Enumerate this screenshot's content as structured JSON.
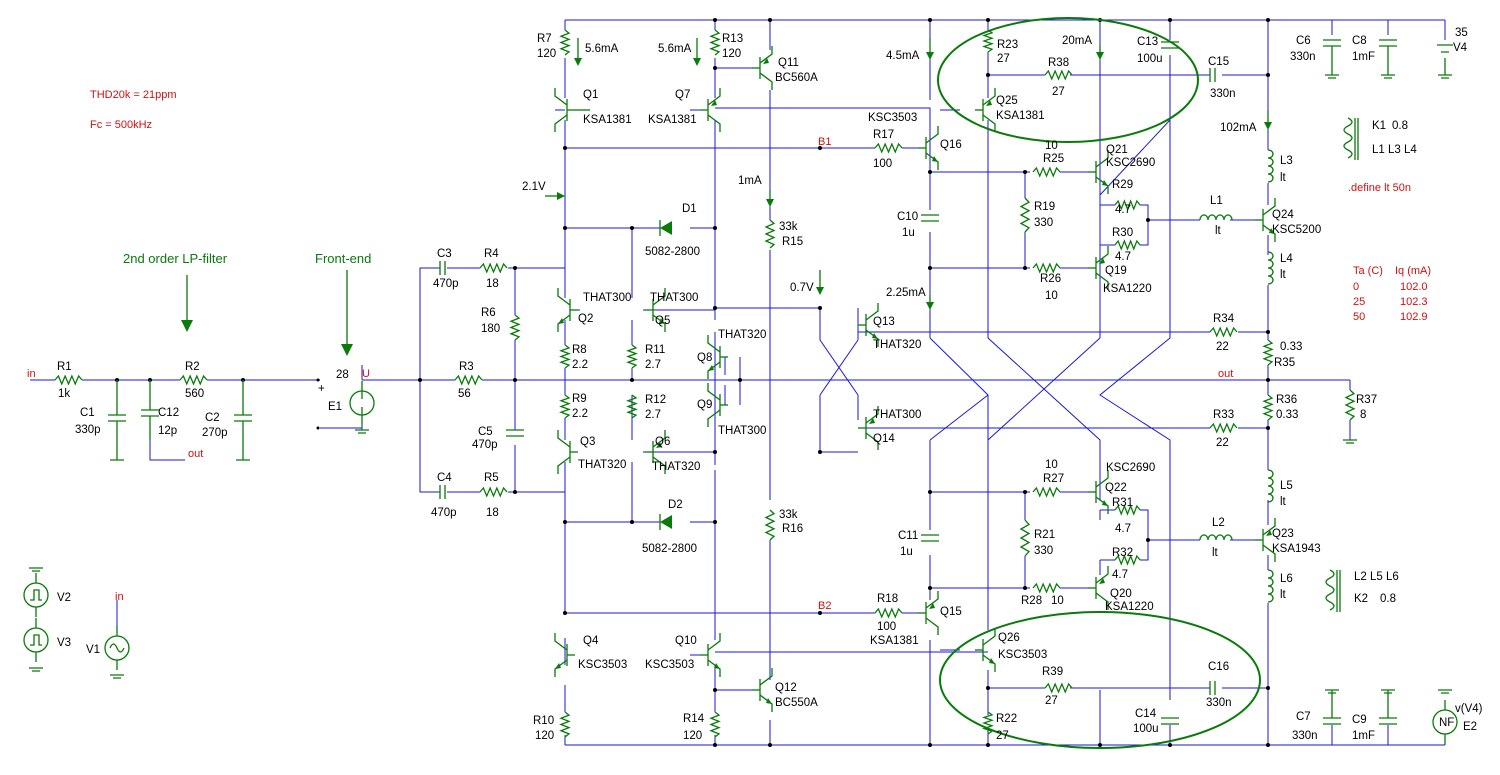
{
  "notes": {
    "thd": "THD20k = 21ppm",
    "fc": "Fc = 500kHz",
    "define": ".define lt 50n",
    "filter_label": "2nd order LP-filter",
    "frontend_label": "Front-end"
  },
  "temp_table": {
    "header_ta": "Ta (C)",
    "header_iq": "Iq (mA)",
    "rows": [
      {
        "ta": "0",
        "iq": "102.0"
      },
      {
        "ta": "25",
        "iq": "102.3"
      },
      {
        "ta": "50",
        "iq": "102.9"
      }
    ]
  },
  "currents": {
    "r7": "5.6mA",
    "r13": "5.6mA",
    "q16": "4.5mA",
    "q21": "20mA",
    "r15": "1mA",
    "q24": "102mA",
    "q15": "2.25mA",
    "v_bias": "2.1V",
    "v_q13": "0.7V"
  },
  "nets": {
    "in": "in",
    "out": "out",
    "b1": "B1",
    "b2": "B2",
    "u": "U",
    "filter_out": "out",
    "v1_in": "in"
  },
  "components": {
    "r1": {
      "name": "R1",
      "value": "1k"
    },
    "r2": {
      "name": "R2",
      "value": "560"
    },
    "c1": {
      "name": "C1",
      "value": "330p"
    },
    "c12": {
      "name": "C12",
      "value": "12p"
    },
    "c2": {
      "name": "C2",
      "value": "270p"
    },
    "e1": {
      "name": "E1",
      "value": "28"
    },
    "c3": {
      "name": "C3",
      "value": "470p"
    },
    "r4": {
      "name": "R4",
      "value": "18"
    },
    "r6": {
      "name": "R6",
      "value": "180"
    },
    "r3": {
      "name": "R3",
      "value": "56"
    },
    "c5": {
      "name": "C5",
      "value": "470p"
    },
    "c4": {
      "name": "C4",
      "value": "470p"
    },
    "r5": {
      "name": "R5",
      "value": "18"
    },
    "r7": {
      "name": "R7",
      "value": "120"
    },
    "q1": {
      "name": "Q1",
      "value": "KSA1381"
    },
    "r13": {
      "name": "R13",
      "value": "120"
    },
    "q11": {
      "name": "Q11",
      "value": "BC560A"
    },
    "q7": {
      "name": "Q7",
      "value": "KSA1381"
    },
    "d1": {
      "name": "D1",
      "value": "5082-2800"
    },
    "q2": {
      "name": "Q2",
      "value": "THAT300"
    },
    "q5": {
      "name": "Q5",
      "value": "THAT300"
    },
    "r8": {
      "name": "R8",
      "value": "2.2"
    },
    "r11": {
      "name": "R11",
      "value": "2.7"
    },
    "r9": {
      "name": "R9",
      "value": "2.2"
    },
    "r12": {
      "name": "R12",
      "value": "2.7"
    },
    "q3": {
      "name": "Q3",
      "value": "THAT320"
    },
    "q6": {
      "name": "Q6",
      "value": "THAT320"
    },
    "d2": {
      "name": "D2",
      "value": "5082-2800"
    },
    "q4": {
      "name": "Q4",
      "value": "KSC3503"
    },
    "q10": {
      "name": "Q10",
      "value": "KSC3503"
    },
    "r10": {
      "name": "R10",
      "value": "120"
    },
    "r14": {
      "name": "R14",
      "value": "120"
    },
    "q12": {
      "name": "Q12",
      "value": "BC550A"
    },
    "q8": {
      "name": "Q8",
      "value": "THAT320"
    },
    "q9": {
      "name": "Q9",
      "value": "THAT300"
    },
    "r15": {
      "name": "R15",
      "value": "33k"
    },
    "r16": {
      "name": "R16",
      "value": "33k"
    },
    "q13": {
      "name": "Q13",
      "value": "THAT320"
    },
    "q14": {
      "name": "Q14",
      "value": "THAT300"
    },
    "q16": {
      "name": "Q16",
      "value": "KSC3503"
    },
    "r17": {
      "name": "R17",
      "value": "100"
    },
    "c10": {
      "name": "C10",
      "value": "1u"
    },
    "q15": {
      "name": "Q15",
      "value": "KSA1381"
    },
    "r18": {
      "name": "R18",
      "value": "100"
    },
    "c11": {
      "name": "C11",
      "value": "1u"
    },
    "r23": {
      "name": "R23",
      "value": "27"
    },
    "r38": {
      "name": "R38",
      "value": "27"
    },
    "q25": {
      "name": "Q25",
      "value": "KSA1381"
    },
    "c13": {
      "name": "C13",
      "value": "100u"
    },
    "c15": {
      "name": "C15",
      "value": "330n"
    },
    "q21": {
      "name": "Q21",
      "value": "KSC2690"
    },
    "r25": {
      "name": "R25",
      "value": "10"
    },
    "r29": {
      "name": "R29",
      "value": "4.7"
    },
    "r19": {
      "name": "R19",
      "value": "330"
    },
    "r30": {
      "name": "R30",
      "value": "4.7"
    },
    "q19": {
      "name": "Q19",
      "value": "KSA1220"
    },
    "r26": {
      "name": "R26",
      "value": "10"
    },
    "r34": {
      "name": "R34",
      "value": "22"
    },
    "r33": {
      "name": "R33",
      "value": "22"
    },
    "q22": {
      "name": "Q22",
      "value": "KSC2690"
    },
    "r27": {
      "name": "R27",
      "value": "10"
    },
    "r31": {
      "name": "R31",
      "value": "4.7"
    },
    "r21": {
      "name": "R21",
      "value": "330"
    },
    "r32": {
      "name": "R32",
      "value": "4.7"
    },
    "q20": {
      "name": "Q20",
      "value": "KSA1220"
    },
    "r28": {
      "name": "R28",
      "value": "10"
    },
    "q26": {
      "name": "Q26",
      "value": "KSC3503"
    },
    "r39": {
      "name": "R39",
      "value": "27"
    },
    "r22": {
      "name": "R22",
      "value": "27"
    },
    "c14": {
      "name": "C14",
      "value": "100u"
    },
    "c16": {
      "name": "C16",
      "value": "330n"
    },
    "l1": {
      "name": "L1",
      "value": "lt"
    },
    "q24": {
      "name": "Q24",
      "value": "KSC5200"
    },
    "l3": {
      "name": "L3",
      "value": "lt"
    },
    "l4": {
      "name": "L4",
      "value": "lt"
    },
    "l2": {
      "name": "L2",
      "value": "lt"
    },
    "q23": {
      "name": "Q23",
      "value": "KSA1943"
    },
    "l5": {
      "name": "L5",
      "value": "lt"
    },
    "l6": {
      "name": "L6",
      "value": "lt"
    },
    "r35": {
      "name": "R35",
      "value": "0.33"
    },
    "r36": {
      "name": "R36",
      "value": "0.33"
    },
    "r37": {
      "name": "R37",
      "value": "8"
    },
    "c6": {
      "name": "C6",
      "value": "330n"
    },
    "c8": {
      "name": "C8",
      "value": "1mF"
    },
    "v4": {
      "name": "V4",
      "value": "35"
    },
    "c7": {
      "name": "C7",
      "value": "330n"
    },
    "c9": {
      "name": "C9",
      "value": "1mF"
    },
    "e2": {
      "name": "E2",
      "value": "v(V4)"
    },
    "e2_sym": {
      "name": "NF",
      "value": ""
    },
    "v1": {
      "name": "V1",
      "value": ""
    },
    "v2": {
      "name": "V2",
      "value": ""
    },
    "v3": {
      "name": "V3",
      "value": ""
    }
  },
  "couplings": {
    "k1": {
      "name": "K1",
      "value": "0.8",
      "members": "L1 L3 L4"
    },
    "k2": {
      "name": "K2",
      "value": "0.8",
      "members": "L2 L5 L6"
    }
  }
}
